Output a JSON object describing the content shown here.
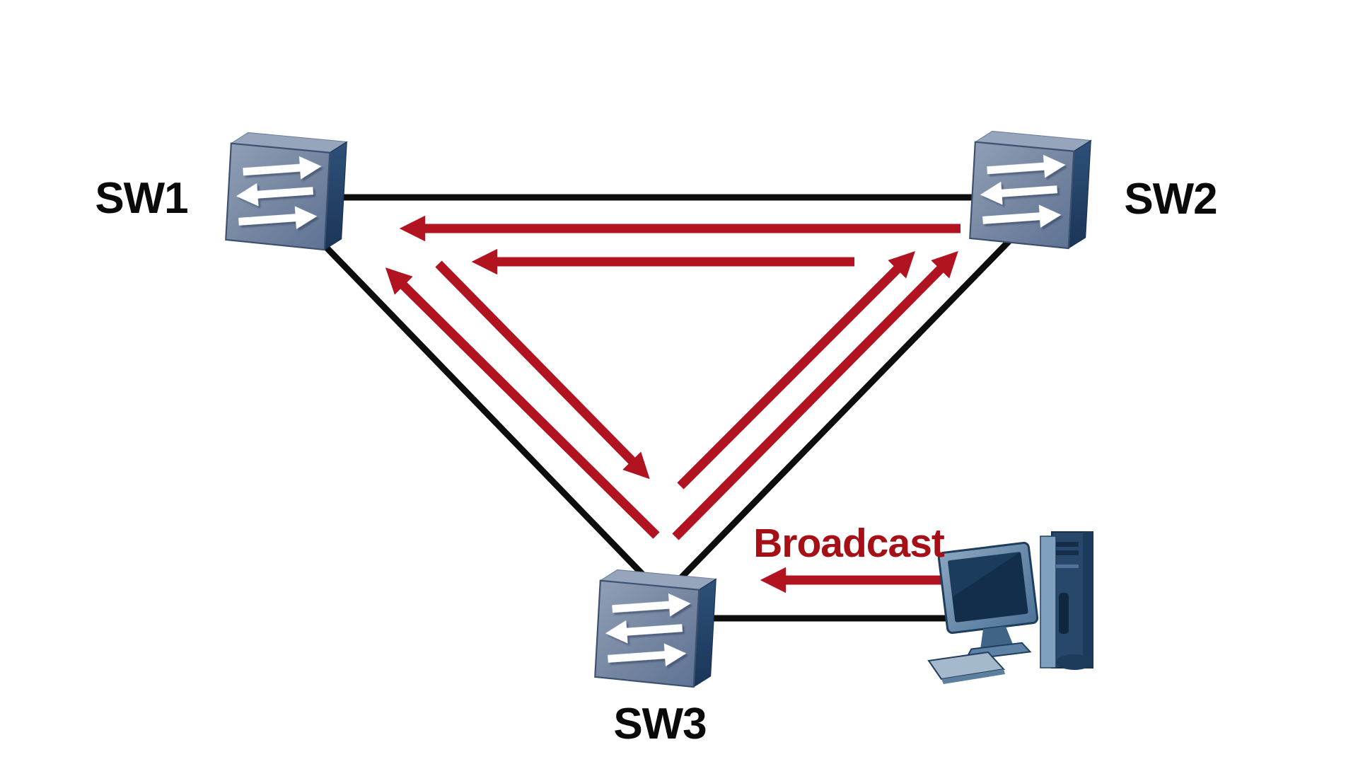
{
  "diagram": {
    "type": "network-topology-broadcast-storm",
    "background": "#ffffff"
  },
  "nodes": {
    "sw1": {
      "label": "SW1",
      "type": "switch"
    },
    "sw2": {
      "label": "SW2",
      "type": "switch"
    },
    "sw3": {
      "label": "SW3",
      "type": "switch"
    },
    "pc": {
      "type": "desktop-computer"
    }
  },
  "links": [
    {
      "from": "sw1",
      "to": "sw2",
      "style": "black-line"
    },
    {
      "from": "sw1",
      "to": "sw3",
      "style": "black-line"
    },
    {
      "from": "sw2",
      "to": "sw3",
      "style": "black-line"
    },
    {
      "from": "sw3",
      "to": "pc",
      "style": "black-line"
    }
  ],
  "broadcast": {
    "label": "Broadcast",
    "arrows": [
      {
        "from": "pc",
        "to": "sw3",
        "lane": "single",
        "direction": "left"
      },
      {
        "from": "sw2",
        "to": "sw1",
        "lane": "upper",
        "direction": "left"
      },
      {
        "from": "sw2",
        "to": "sw1",
        "lane": "lower",
        "direction": "left"
      },
      {
        "from": "sw3",
        "to": "sw1",
        "lane": "outer",
        "direction": "up-left"
      },
      {
        "from": "sw1",
        "to": "sw3",
        "lane": "inner",
        "direction": "down-right"
      },
      {
        "from": "sw3",
        "to": "sw2",
        "lane": "inner",
        "direction": "up-right"
      },
      {
        "from": "sw3",
        "to": "sw2",
        "lane": "outer",
        "direction": "up-right"
      }
    ]
  },
  "colors": {
    "link_line": "#0d0d0d",
    "broadcast_red": "#b11320",
    "label_text": "#0a0a0a",
    "broadcast_text": "#a50f16",
    "switch_face": "#74859f",
    "switch_side": "#24456b",
    "switch_top": "#96a5bb",
    "pc_blue": "#35567a"
  }
}
